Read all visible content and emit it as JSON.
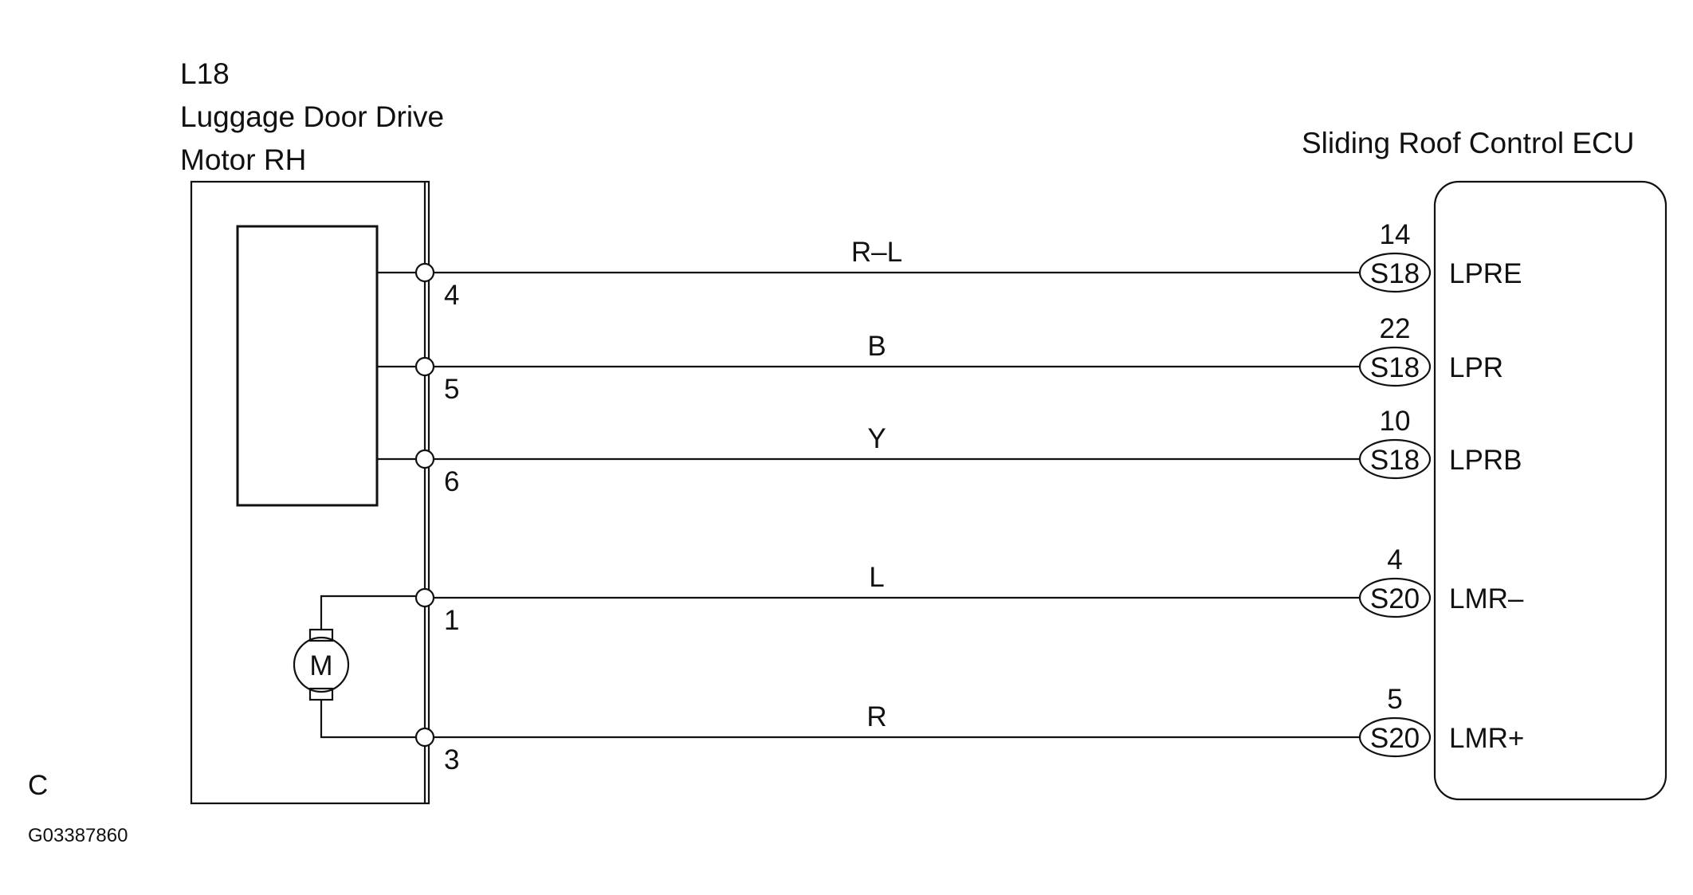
{
  "component": {
    "code": "L18",
    "name_line1": "Luggage Door Drive",
    "name_line2": "Motor RH",
    "motor_symbol": "M"
  },
  "ecu": {
    "name": "Sliding Roof Control ECU"
  },
  "circuits": [
    {
      "pin": "4",
      "wire_color": "R–L",
      "connector": "S18",
      "ecu_pin": "14",
      "terminal": "LPRE"
    },
    {
      "pin": "5",
      "wire_color": "B",
      "connector": "S18",
      "ecu_pin": "22",
      "terminal": "LPR"
    },
    {
      "pin": "6",
      "wire_color": "Y",
      "connector": "S18",
      "ecu_pin": "10",
      "terminal": "LPRB"
    },
    {
      "pin": "1",
      "wire_color": "L",
      "connector": "S20",
      "ecu_pin": "4",
      "terminal": "LMR–"
    },
    {
      "pin": "3",
      "wire_color": "R",
      "connector": "S20",
      "ecu_pin": "5",
      "terminal": "LMR+"
    }
  ],
  "footer": {
    "section_letter": "C",
    "figure_id": "G03387860"
  }
}
